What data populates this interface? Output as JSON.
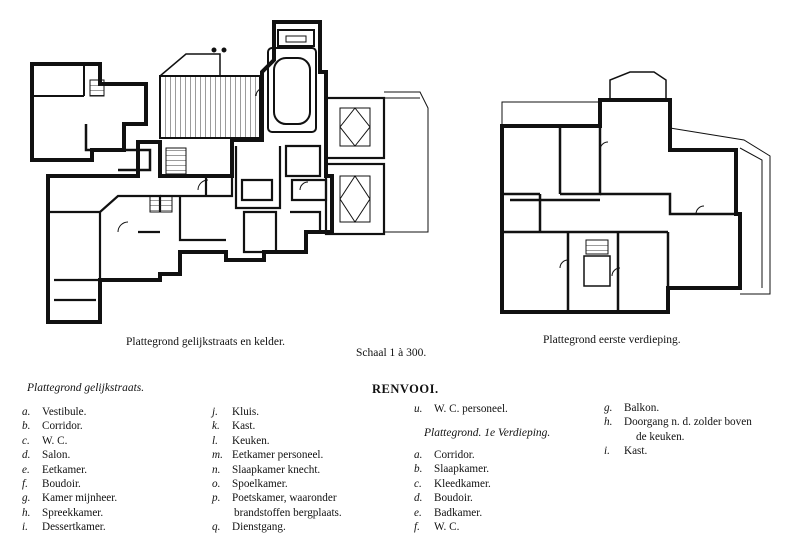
{
  "captions": {
    "ground_plan": "Plattegrond gelijkstraats en kelder.",
    "first_floor_plan": "Plattegrond eerste verdieping.",
    "scale": "Schaal 1 à 300."
  },
  "legend": {
    "title": "RENVOOI.",
    "ground_heading": "Plattegrond gelijkstraats.",
    "first_heading": "Plattegrond. 1e Verdieping.",
    "col1": [
      {
        "key": "a.",
        "label": "Vestibule."
      },
      {
        "key": "b.",
        "label": "Corridor."
      },
      {
        "key": "c.",
        "label": "W. C."
      },
      {
        "key": "d.",
        "label": "Salon."
      },
      {
        "key": "e.",
        "label": "Eetkamer."
      },
      {
        "key": "f.",
        "label": "Boudoir."
      },
      {
        "key": "g.",
        "label": "Kamer mijnheer."
      },
      {
        "key": "h.",
        "label": "Spreekkamer."
      },
      {
        "key": "i.",
        "label": "Dessertkamer."
      }
    ],
    "col2": [
      {
        "key": "j.",
        "label": "Kluis."
      },
      {
        "key": "k.",
        "label": "Kast."
      },
      {
        "key": "l.",
        "label": "Keuken."
      },
      {
        "key": "m.",
        "label": "Eetkamer personeel."
      },
      {
        "key": "n.",
        "label": "Slaapkamer knecht."
      },
      {
        "key": "o.",
        "label": "Spoelkamer."
      },
      {
        "key": "p.",
        "label": "Poetskamer, waaronder",
        "label2": "brandstoffen bergplaats."
      },
      {
        "key": "q.",
        "label": "Dienstgang."
      }
    ],
    "col3_top": [
      {
        "key": "u.",
        "label": "W. C. personeel."
      }
    ],
    "col3": [
      {
        "key": "a.",
        "label": "Corridor."
      },
      {
        "key": "b.",
        "label": "Slaapkamer."
      },
      {
        "key": "c.",
        "label": "Kleedkamer."
      },
      {
        "key": "d.",
        "label": "Boudoir."
      },
      {
        "key": "e.",
        "label": "Badkamer."
      },
      {
        "key": "f.",
        "label": "W. C."
      }
    ],
    "col4": [
      {
        "key": "g.",
        "label": "Balkon."
      },
      {
        "key": "h.",
        "label": "Doorgang n. d. zolder boven",
        "label2": "de keuken."
      },
      {
        "key": "i.",
        "label": "Kast."
      }
    ]
  }
}
